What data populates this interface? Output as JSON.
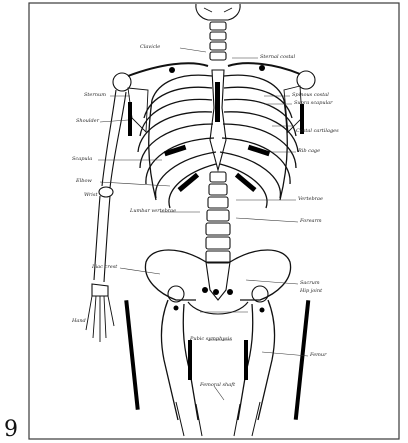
{
  "page_number": "9",
  "labels": [
    "Clavicle",
    "Sternal costal",
    "Spinous costal",
    "Supra scapular",
    "Sternum",
    "Costal cartilages",
    "Shoulder",
    "Scapula",
    "Rib cage",
    "Elbow",
    "Vertebrae",
    "Lumbar vertebrae",
    "Forearm",
    "Wrist",
    "Iliac crest",
    "Sacrum",
    "Hip joint",
    "Hand",
    "Pubic symphysis",
    "Femur",
    "Femoral shaft"
  ],
  "colors": {
    "ink": "#111111",
    "frame": "#3a3a3a",
    "marker": "#000000"
  }
}
